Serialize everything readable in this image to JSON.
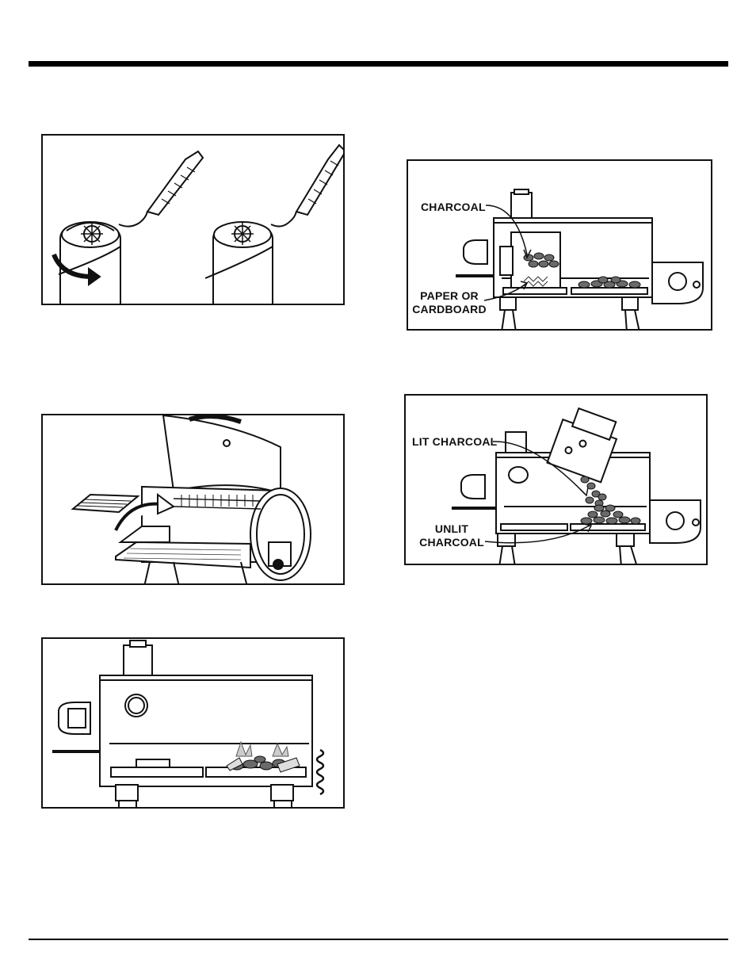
{
  "figures": [
    {
      "id": "damper-figure",
      "labels": []
    },
    {
      "id": "cooking-grate-figure",
      "labels": []
    },
    {
      "id": "charcoal-pan-figure",
      "labels": []
    },
    {
      "id": "chimney-starter-figure",
      "labels": {
        "charcoal": "CHARCOAL",
        "paper_line1": "PAPER OR",
        "paper_line2": "CARDBOARD"
      }
    },
    {
      "id": "pour-charcoal-figure",
      "labels": {
        "lit": "LIT CHARCOAL",
        "unlit_line1": "UNLIT",
        "unlit_line2": "CHARCOAL"
      }
    }
  ],
  "colors": {
    "ink": "#111111",
    "coal": "#555555",
    "background": "#ffffff"
  }
}
